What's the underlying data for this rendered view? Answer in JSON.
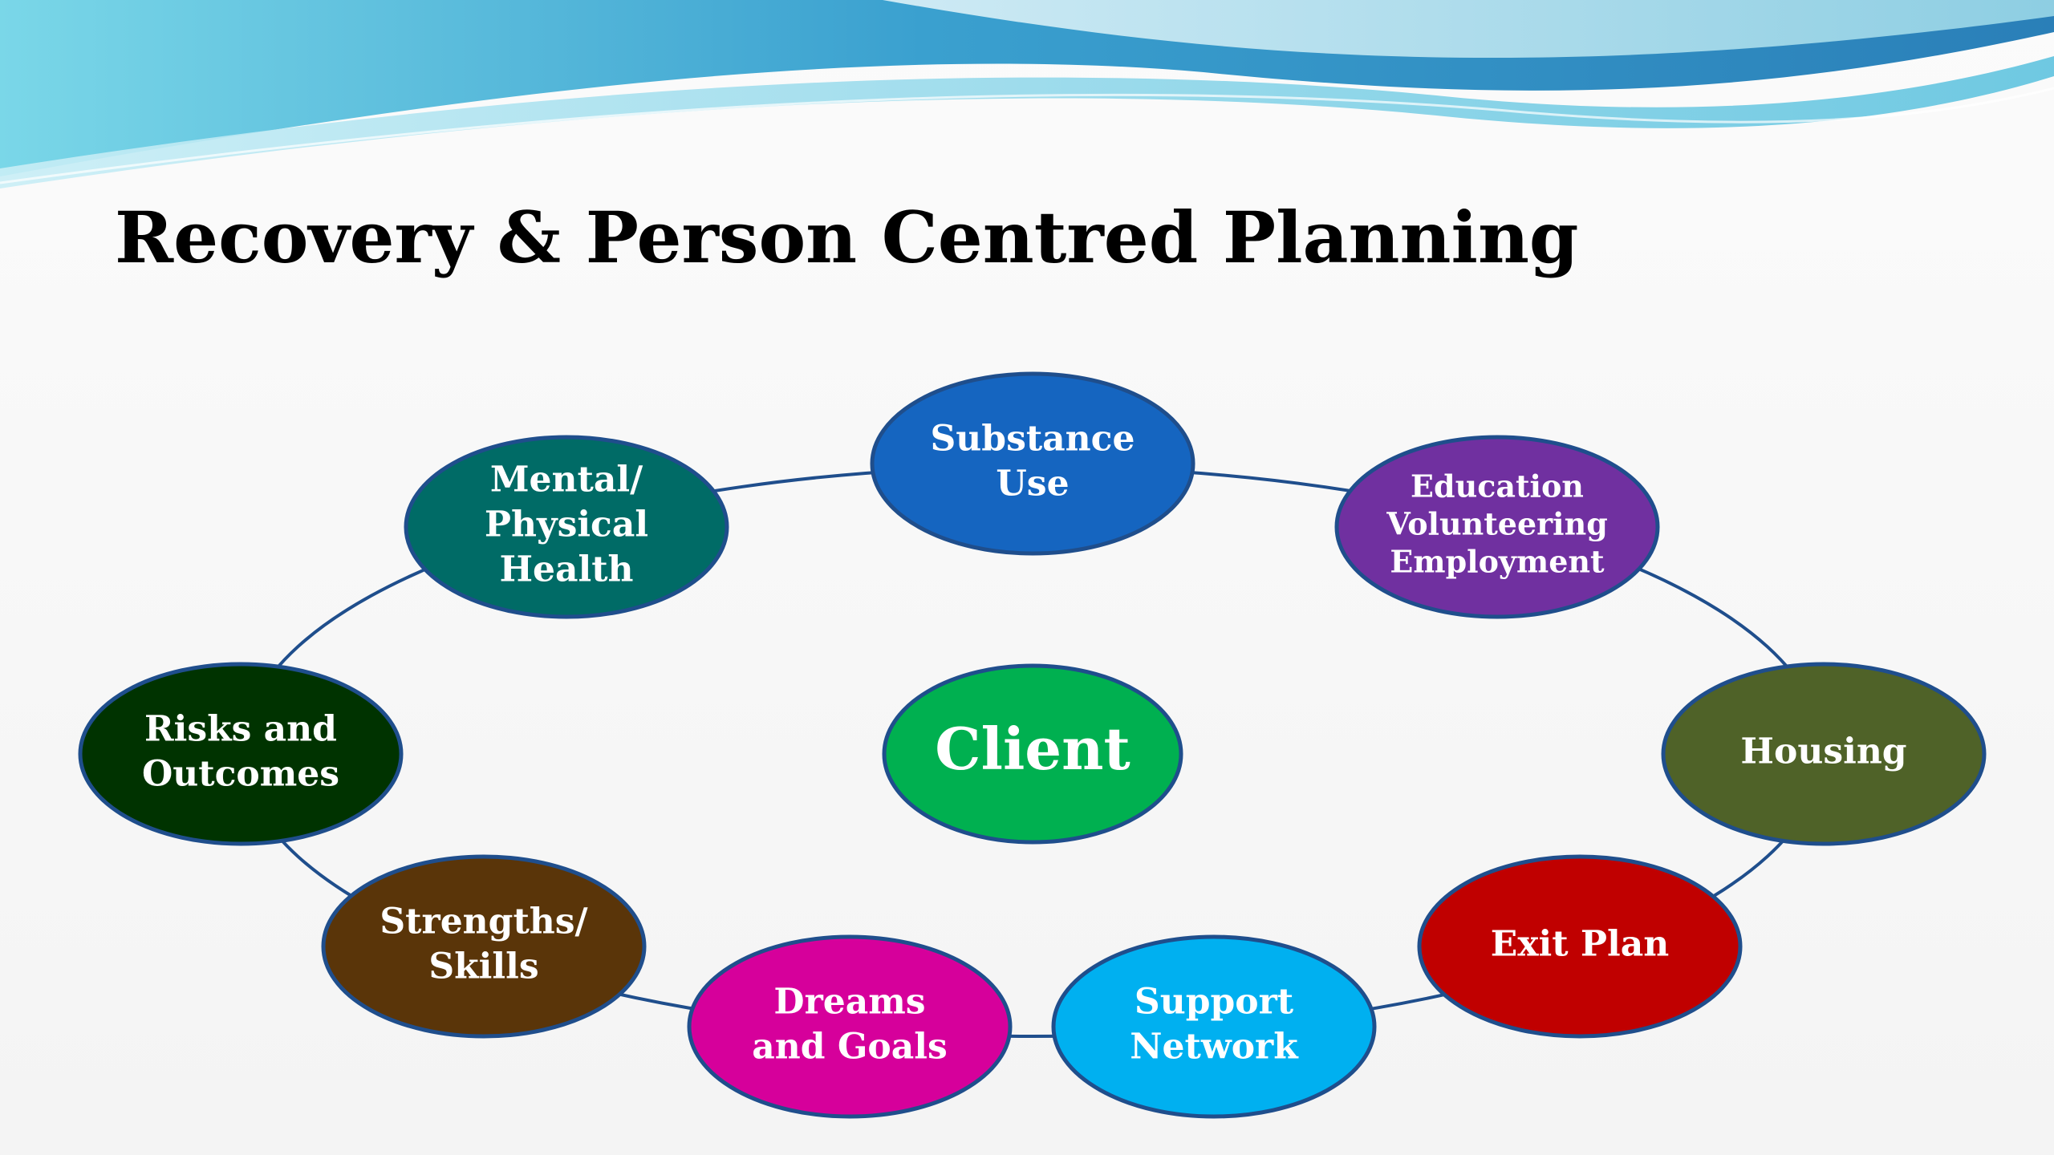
{
  "title": "Recovery & Person Centred Planning",
  "center": {
    "label": "Client",
    "color": "#00b050"
  },
  "nodes": [
    {
      "id": "substance-use",
      "lines": [
        "Substance",
        "Use"
      ],
      "color": "#1565c0"
    },
    {
      "id": "education",
      "lines": [
        "Education",
        "Volunteering",
        "Employment"
      ],
      "color": "#7030a0"
    },
    {
      "id": "housing",
      "lines": [
        "Housing"
      ],
      "color": "#4f6228"
    },
    {
      "id": "exit-plan",
      "lines": [
        "Exit Plan"
      ],
      "color": "#c00000"
    },
    {
      "id": "support-network",
      "lines": [
        "Support",
        "Network"
      ],
      "color": "#00b0f0"
    },
    {
      "id": "dreams-goals",
      "lines": [
        "Dreams",
        "and Goals"
      ],
      "color": "#d6009b"
    },
    {
      "id": "strengths-skills",
      "lines": [
        "Strengths/",
        "Skills"
      ],
      "color": "#5a3509"
    },
    {
      "id": "risks-outcomes",
      "lines": [
        "Risks and",
        "Outcomes"
      ],
      "color": "#003300"
    },
    {
      "id": "mental-physical-health",
      "lines": [
        "Mental/",
        "Physical",
        "Health"
      ],
      "color": "#006b66"
    }
  ],
  "ring_color": "#1f4e8c",
  "node_border_color": "#1f4e8c"
}
